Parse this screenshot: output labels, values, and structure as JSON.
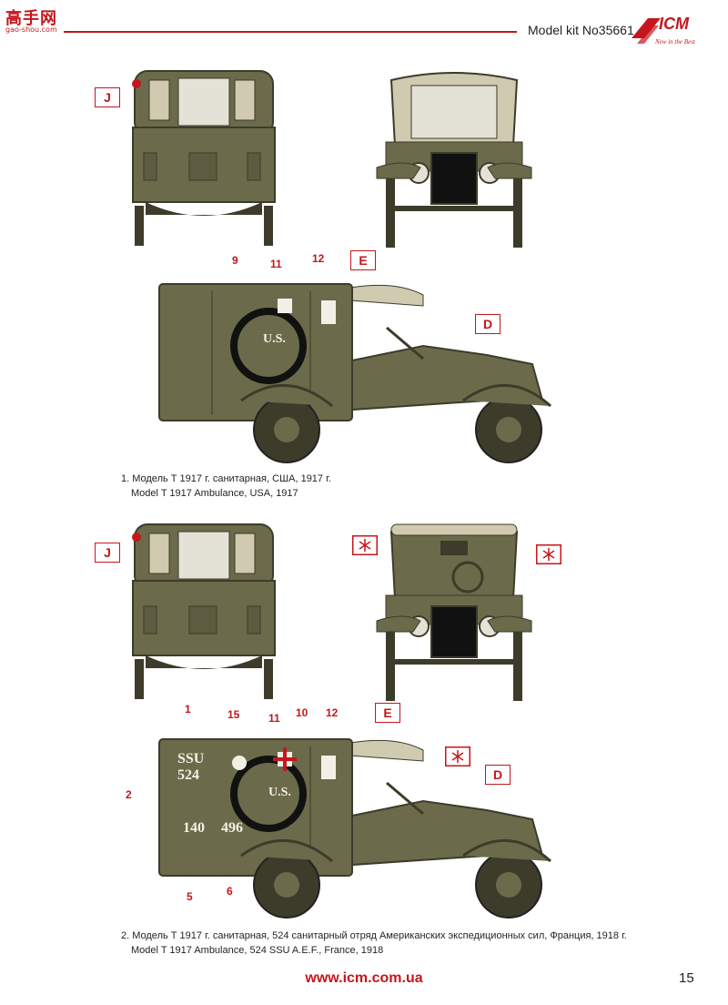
{
  "header": {
    "kit_number": "Model kit No35661",
    "watermark_brand": "高手网",
    "watermark_url": "gao-shou.com",
    "logo_text": "ICM",
    "logo_tagline": "New in the Best"
  },
  "colors": {
    "accent": "#c4161c",
    "vehicle_olive": "#6b6a4a",
    "vehicle_dark": "#3d3b2a",
    "canvas_top": "#cfcab0"
  },
  "scheme1": {
    "tags": {
      "rear": "J",
      "top": "E",
      "hood": "D"
    },
    "numbers": [
      "9",
      "11",
      "12"
    ],
    "decal_us": "U.S.",
    "caption_ru": "1. Модель Т 1917 г. санитарная, США, 1917 г.",
    "caption_en": "Model T 1917 Ambulance, USA, 1917"
  },
  "scheme2": {
    "tags": {
      "rear": "J",
      "top": "E",
      "hood": "D"
    },
    "numbers": [
      "1",
      "2",
      "15",
      "11",
      "10",
      "12",
      "5",
      "6"
    ],
    "decal_unit": "SSU",
    "decal_unit_num": "524",
    "decal_us": "U.S.",
    "decal_serial_a": "140",
    "decal_serial_b": "496",
    "caption_ru": "2. Модель Т 1917 г. санитарная, 524 санитарный отряд Американских экспедиционных сил, Франция, 1918 г.",
    "caption_en": "Model T 1917 Ambulance, 524 SSU A.E.F., France, 1918"
  },
  "footer": {
    "url": "www.icm.com.ua",
    "page": "15"
  }
}
